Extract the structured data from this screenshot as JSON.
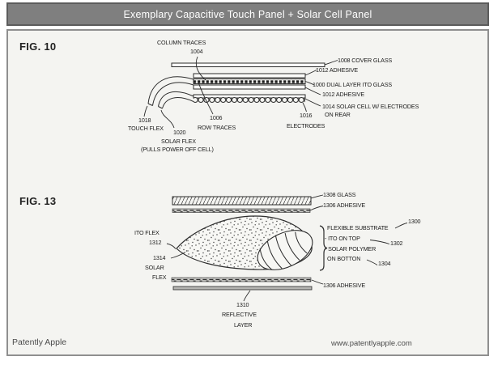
{
  "header": {
    "title": "Exemplary Capacitive Touch Panel + Solar Cell Panel"
  },
  "footer": {
    "left": "Patently Apple",
    "right": "www.patentlyapple.com"
  },
  "colors": {
    "header_bg": "#7f7f7f",
    "header_border": "#5c5c5c",
    "header_text": "#ffffff",
    "content_bg": "#f4f4f1",
    "content_border": "#8f8f8f",
    "line_art": "#2c2c2c",
    "label_text": "#1c1c1c",
    "reflective_fill": "#b5b5b2"
  },
  "fig10": {
    "label": "FIG. 10",
    "labels": {
      "column_traces": "COLUMN TRACES",
      "column_traces_num": "1004",
      "cover_glass": "1008 COVER GLASS",
      "adhesive_top": "1012 ADHESIVE",
      "ito_glass": "1000 DUAL LAYER ITO GLASS",
      "adhesive_bottom": "1012 ADHESIVE",
      "solar_cell_line1": "1014 SOLAR CELL W/ ELECTRODES",
      "solar_cell_line2": "ON REAR",
      "electrodes_num": "1016",
      "electrodes": "ELECTRODES",
      "touch_flex_num": "1018",
      "touch_flex": "TOUCH FLEX",
      "solar_flex_num": "1020",
      "solar_flex": "SOLAR FLEX",
      "solar_flex_note": "(PULLS POWER OFF CELL)",
      "row_traces_num": "1006",
      "row_traces": "ROW TRACES"
    }
  },
  "fig13": {
    "label": "FIG. 13",
    "labels": {
      "glass": "1308 GLASS",
      "adhesive_top": "1306 ADHESIVE",
      "ito_flex": "ITO FLEX",
      "ito_flex_num": "1312",
      "solar_flex_num": "1314",
      "solar_flex_line1": "SOLAR",
      "solar_flex_line2": "FLEX",
      "substrate_line1": "FLEXIBLE SUBSTRATE",
      "substrate_line2": "- ITO ON TOP",
      "substrate_line3": "- SOLAR POLYMER",
      "substrate_line4": "ON BOTTON",
      "ref_1300": "1300",
      "ref_1302": "1302",
      "ref_1304": "1304",
      "adhesive_bottom": "1306 ADHESIVE",
      "reflective_num": "1310",
      "reflective_line1": "REFLECTIVE",
      "reflective_line2": "LAYER"
    }
  }
}
